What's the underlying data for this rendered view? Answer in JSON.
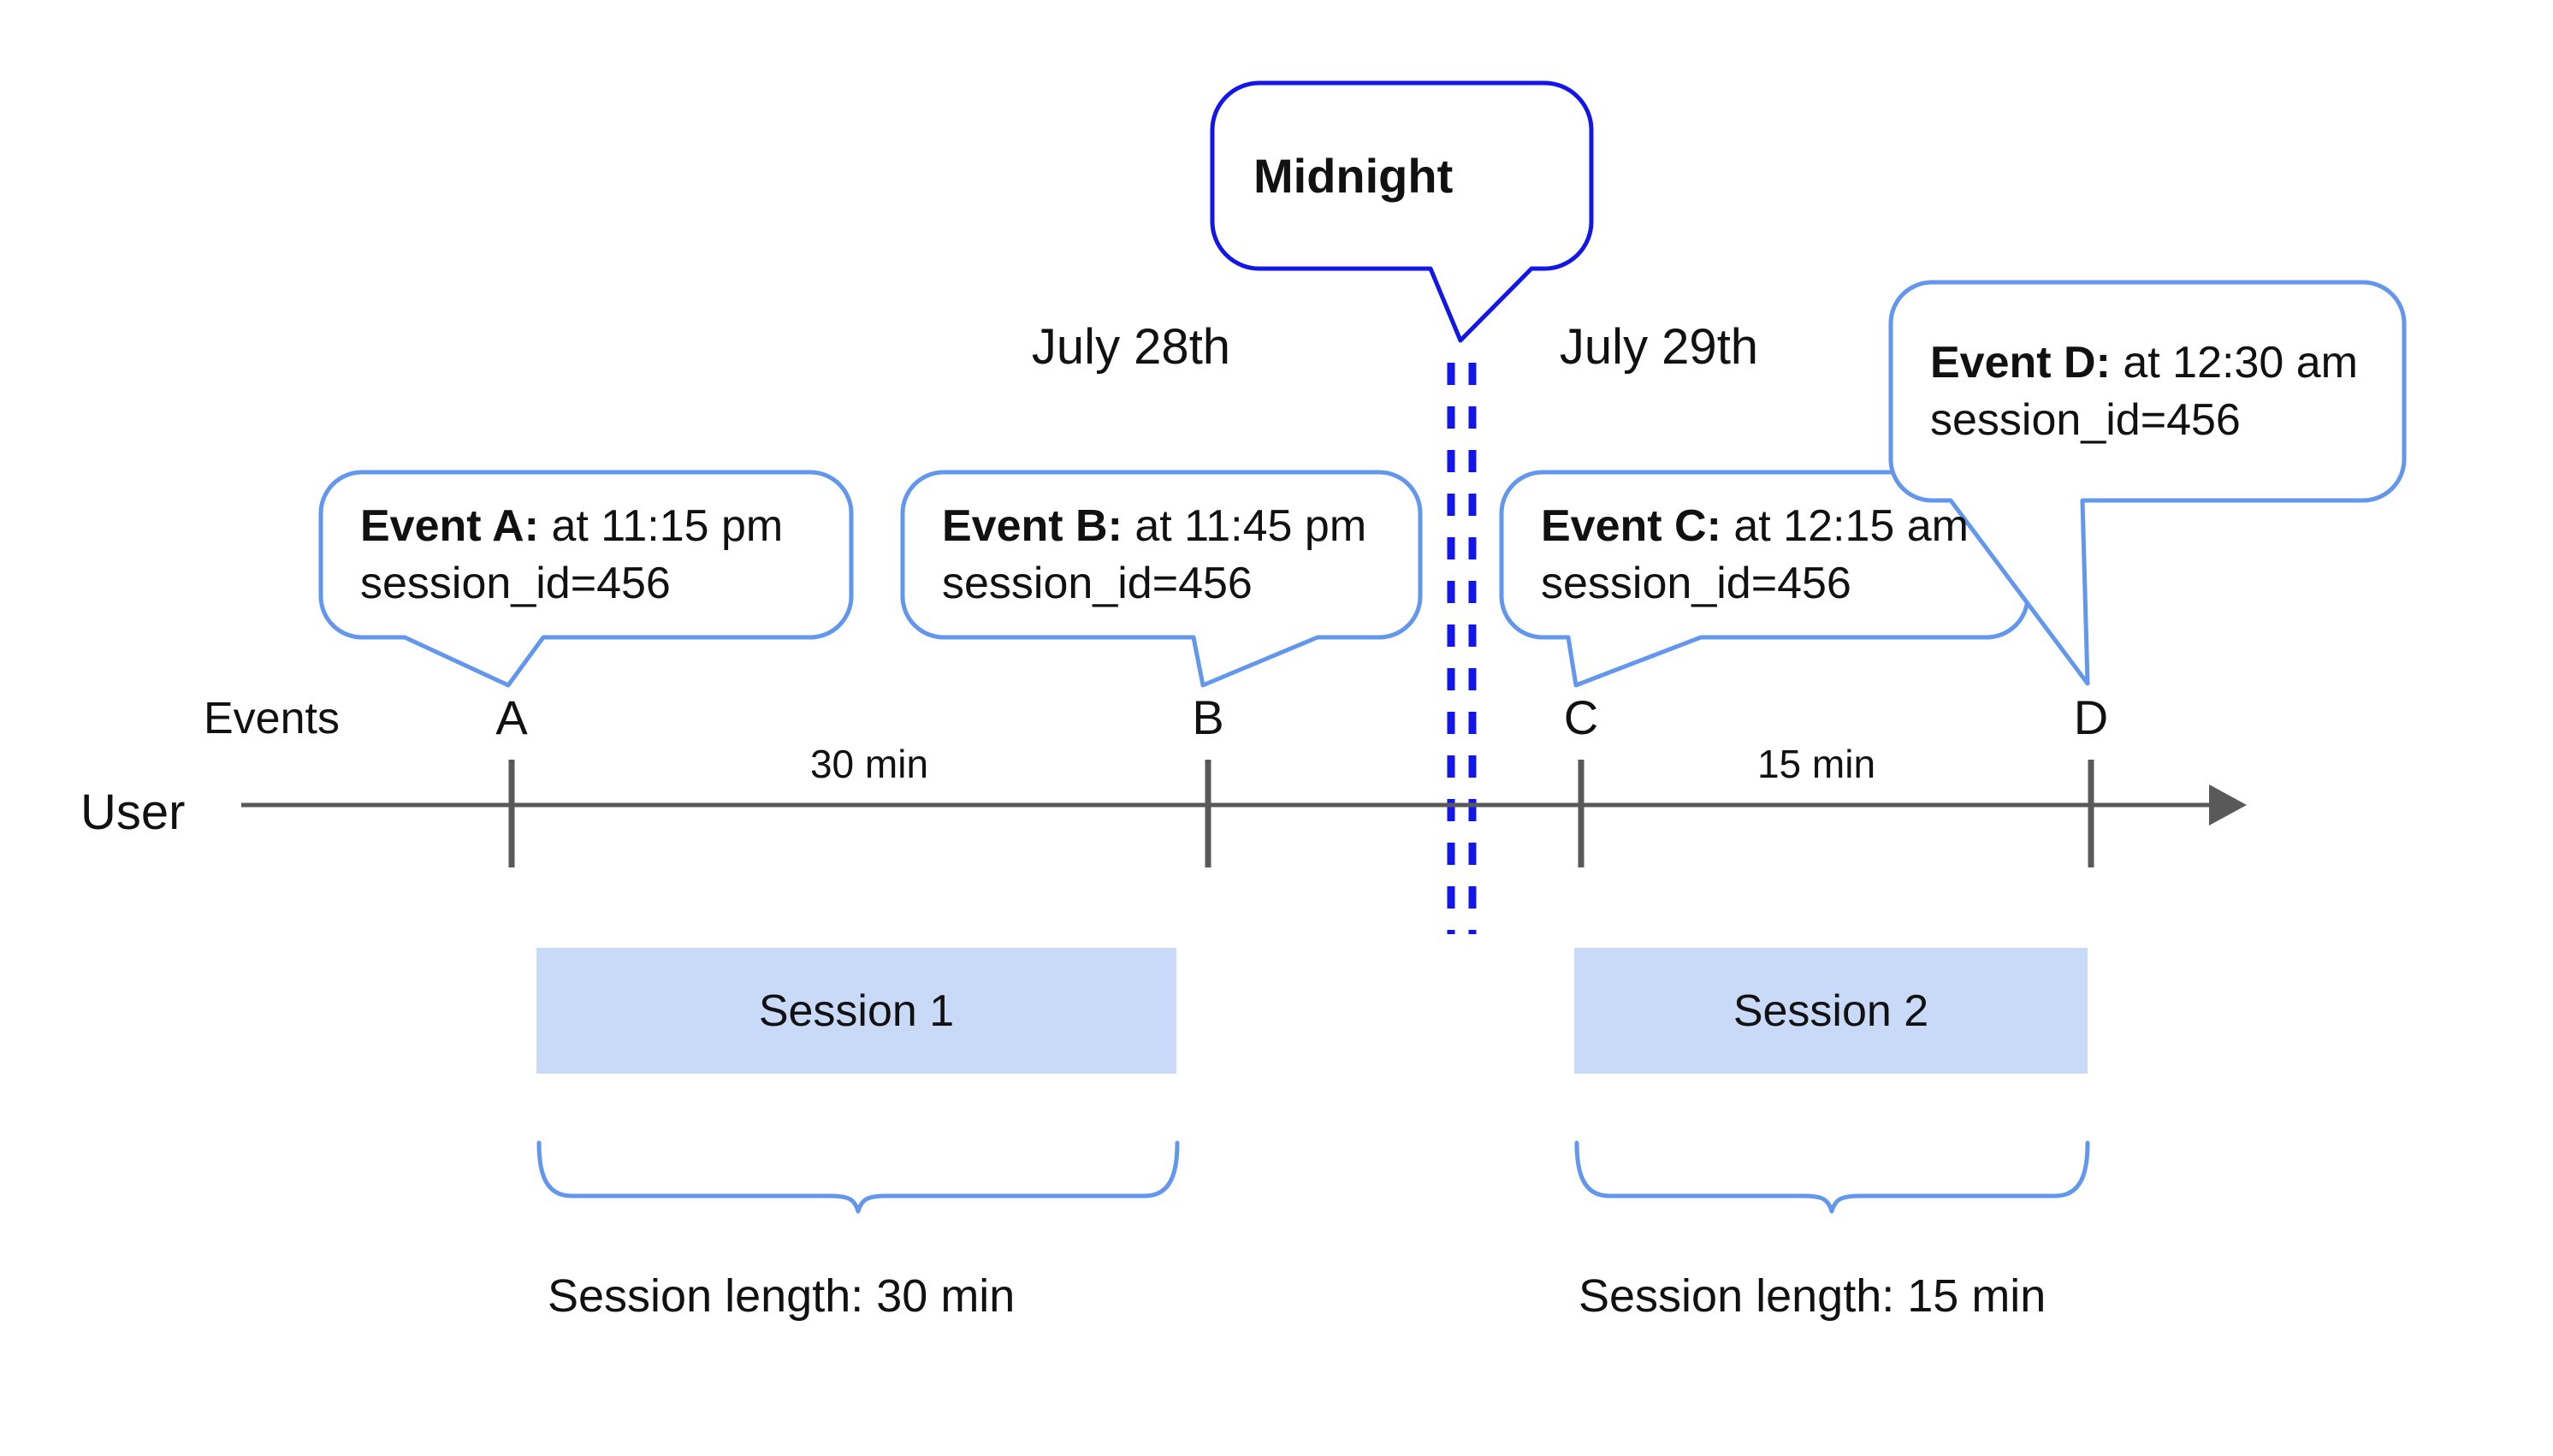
{
  "dates": {
    "left": "July 28th",
    "right": "July 29th"
  },
  "midnight_callout": {
    "text": "Midnight"
  },
  "axis": {
    "events_label": "Events",
    "user_label": "User"
  },
  "events": [
    {
      "id": "A",
      "marker": "A",
      "callout_bold": "Event A:",
      "callout_rest": " at 11:15 pm",
      "callout_line2": "session_id=456"
    },
    {
      "id": "B",
      "marker": "B",
      "callout_bold": "Event B:",
      "callout_rest": " at 11:45 pm",
      "callout_line2": "session_id=456"
    },
    {
      "id": "C",
      "marker": "C",
      "callout_bold": "Event C:",
      "callout_rest": " at 12:15 am",
      "callout_line2": "session_id=456"
    },
    {
      "id": "D",
      "marker": "D",
      "callout_bold": "Event D:",
      "callout_rest": " at 12:30 am",
      "callout_line2": "session_id=456"
    }
  ],
  "intervals": [
    {
      "label": "30 min"
    },
    {
      "label": "15 min"
    }
  ],
  "sessions": [
    {
      "label": "Session 1",
      "length_label": "Session length: 30 min"
    },
    {
      "label": "Session 2",
      "length_label": "Session length: 15 min"
    }
  ],
  "colors": {
    "callout_border": "#6397ee",
    "midnight_blue": "#1316e8",
    "session_fill": "#c9daf8",
    "axis_gray": "#595959",
    "brace_blue": "#6397ee",
    "text": "#111111"
  }
}
